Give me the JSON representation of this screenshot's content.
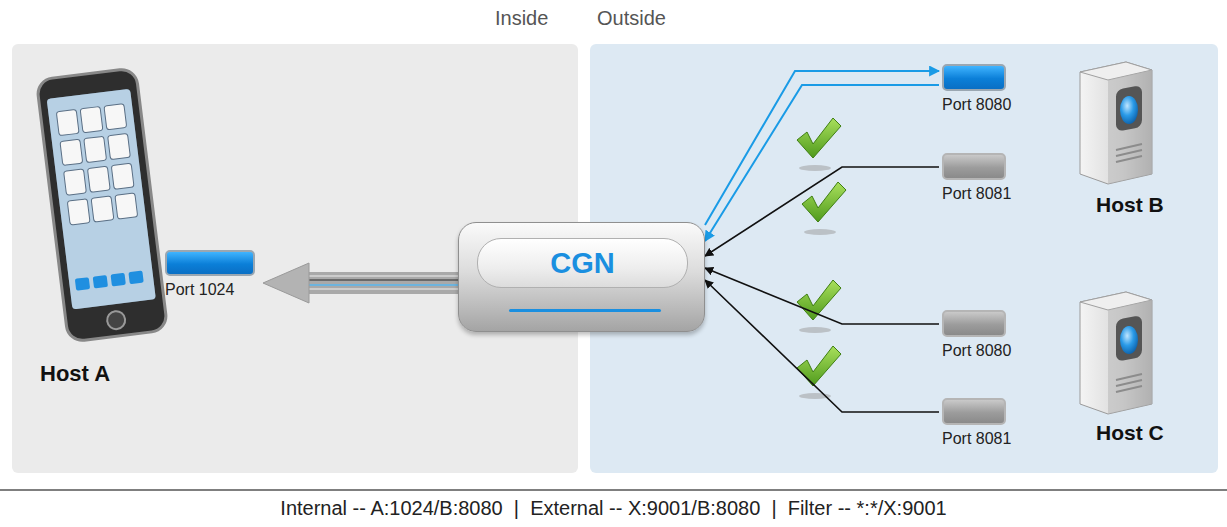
{
  "diagram": {
    "caption": "Internal -- A:1024/B:8080  |  External -- X:9001/B:8080  |  Filter -- *:*/X:9001",
    "nodes": [
      {
        "text": [
          "Port 1024"
        ]
      },
      {
        "text": [
          "CGN"
        ]
      },
      {
        "text": [
          "Port 8080"
        ]
      },
      {
        "text": [
          "Port 8081"
        ]
      },
      {
        "text": [
          "Port 8080"
        ]
      },
      {
        "text": [
          "Port 8081"
        ]
      }
    ],
    "edges": [
      {
        "from": 1,
        "to": 0,
        "arrow": "to"
      },
      {
        "from": 1,
        "to": 2,
        "arrow": "to"
      },
      {
        "from": 2,
        "to": 1,
        "arrow": "to"
      },
      {
        "from": 3,
        "to": 1,
        "arrow": "to"
      },
      {
        "from": 4,
        "to": 1,
        "arrow": "to"
      },
      {
        "from": 5,
        "to": 1,
        "arrow": "to"
      }
    ],
    "labels": [
      "Inside",
      "Outside",
      "Host A",
      "Host B",
      "Host C"
    ]
  }
}
